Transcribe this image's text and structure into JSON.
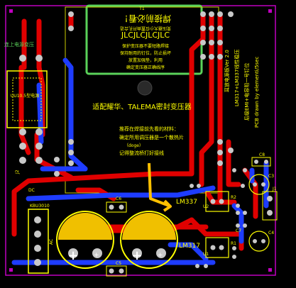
{
  "colors": {
    "background": "#000000",
    "board_outline": "#c000c0",
    "top_copper": "#e00000",
    "bottom_copper": "#1e3cff",
    "silkscreen": "#ffff00",
    "pad": "#c8c8c8",
    "keepout": "#5ad25a",
    "highlight_trace": "#ffc000"
  },
  "board": {
    "title_vertical": "耳放电源板Ver 2.0",
    "subtitle_vertical": "LM317+LM337线性稳压",
    "credit_vertical_1": "后级EMI+电容阻一号钉位",
    "credit_vertical_2": "PCB drawn by elementi/5sec",
    "transformer_title": "焊接前必看！",
    "transformer_model": "JLCJLCJLCJLC",
    "transformer_note_1": "变压器大小位置由开孔合适",
    "transformer_note_2": "保护变压器不要短路焊接",
    "transformer_note_3": "保持耐用的钉位，防止损坏",
    "transformer_note_4": "放置加强垫，利用",
    "transformer_note_5": "确定变压器正确线序",
    "transformer_brand": "适配耀华、TALEMA密封变压器",
    "warning_1": "推荐在焊接前先看的材料：",
    "warning_2": "确定所用调压器是一个散热片",
    "warning_3": "（doge）",
    "warning_4": "记得整流桥打好接线",
    "lm337_label": "LM337",
    "lm317_label": "LM317",
    "bridge_label": "KBU3010",
    "uu_label": "UU10.5型电源",
    "left_note": "连上电源变压"
  },
  "components": {
    "transformer_ref": "T1",
    "cap_c6": "C6",
    "cap_c5": "C5",
    "cap_c7": "C7",
    "cap_c8": "C8",
    "cap_c3": "C3",
    "cap_c4": "C4",
    "res_r1": "R1",
    "res_r2": "R2",
    "ic_u1": "U1",
    "ic_u2": "U2",
    "jack_j1": "J1",
    "jack_j2": "J2",
    "dc_label": "DC",
    "ac_label": "AC",
    "plus_1": "+",
    "plus_2": "+",
    "big_plus_1": "+",
    "big_plus_2": "+"
  }
}
